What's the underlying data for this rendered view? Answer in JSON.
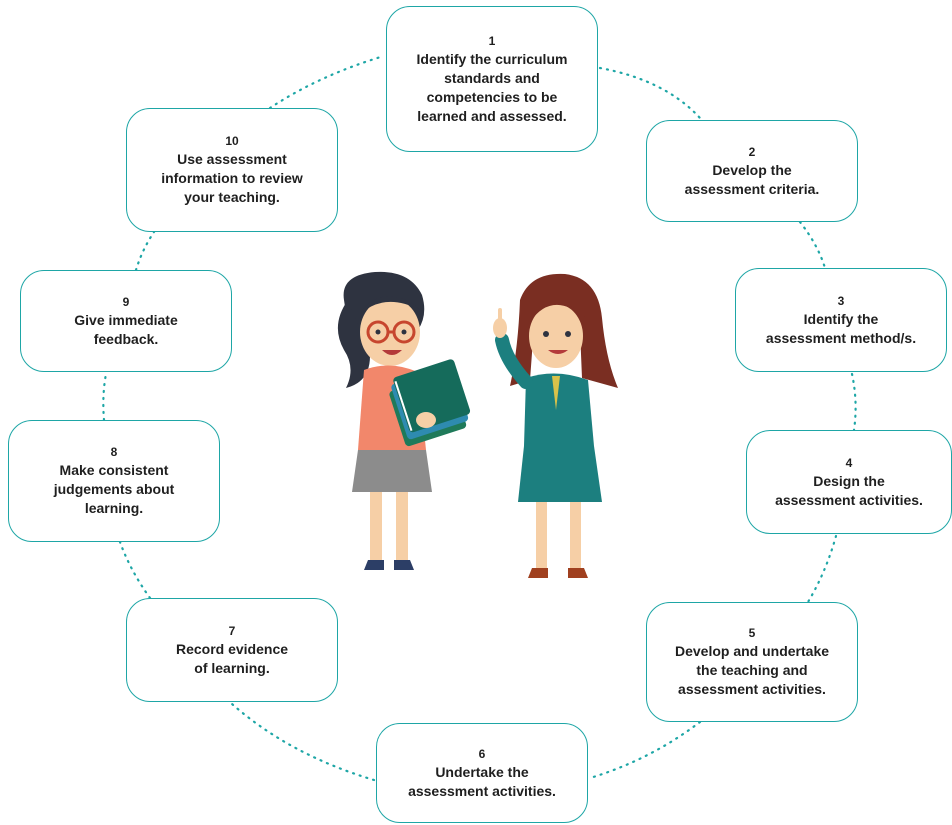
{
  "colors": {
    "accent": "#1ea6a6",
    "text": "#1f1f1f",
    "background": "#ffffff"
  },
  "steps": [
    {
      "number": "1",
      "text": "Identify the curriculum\nstandards and\ncompetencies to be\nlearned and assessed."
    },
    {
      "number": "2",
      "text": "Develop the\nassessment criteria."
    },
    {
      "number": "3",
      "text": "Identify the\nassessment method/s."
    },
    {
      "number": "4",
      "text": "Design the\nassessment activities."
    },
    {
      "number": "5",
      "text": "Develop and undertake\nthe teaching and\nassessment activities."
    },
    {
      "number": "6",
      "text": "Undertake the\nassessment activities."
    },
    {
      "number": "7",
      "text": "Record evidence\nof learning."
    },
    {
      "number": "8",
      "text": "Make consistent\njudgements about\nlearning."
    },
    {
      "number": "9",
      "text": "Give immediate\nfeedback."
    },
    {
      "number": "10",
      "text": "Use assessment\ninformation to review\nyour teaching."
    }
  ],
  "illustration": {
    "icon": "two-teachers-illustration"
  }
}
